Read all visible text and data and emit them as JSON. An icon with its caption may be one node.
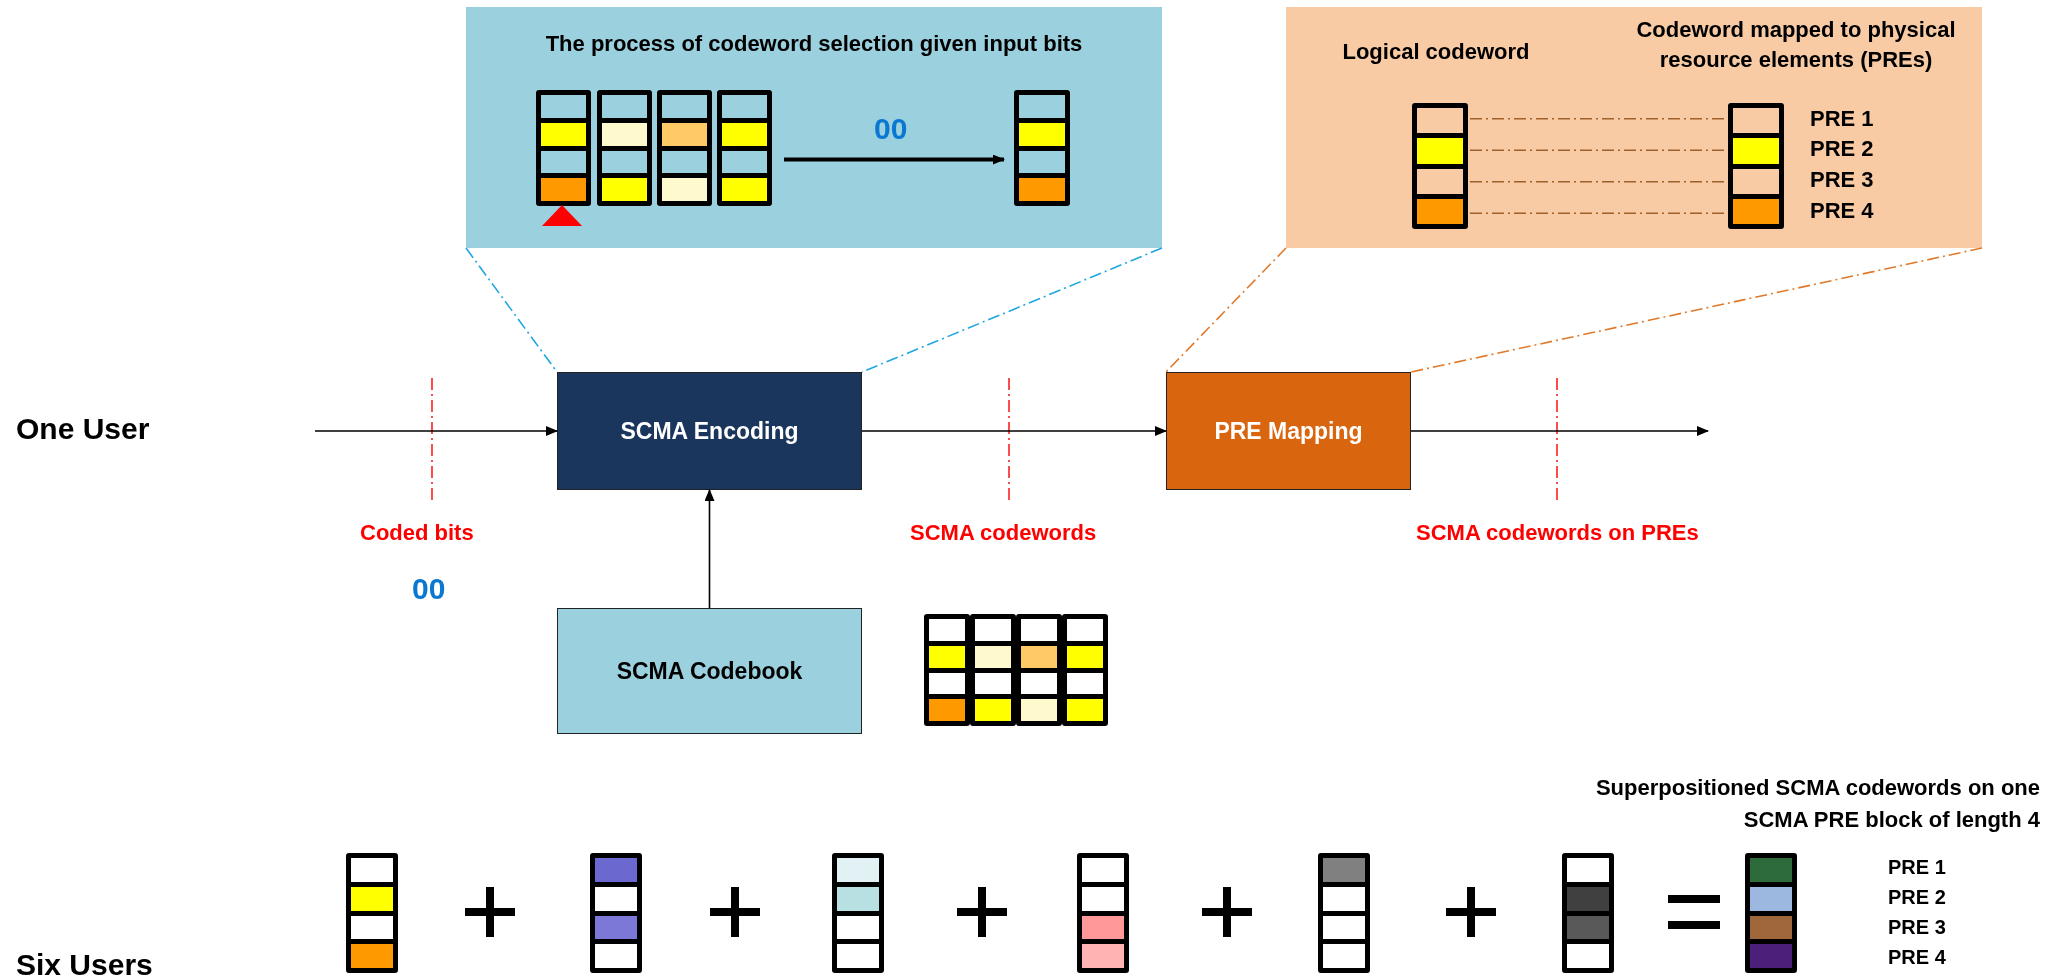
{
  "diagram": {
    "nodes": [
      {
        "text": [
          "The process of codeword selection given input bits"
        ]
      },
      {
        "text": [],
        "shape": "bar",
        "in": 0
      },
      {
        "text": [],
        "shape": "bar",
        "in": 0
      },
      {
        "text": [],
        "shape": "bar",
        "in": 0
      },
      {
        "text": [],
        "shape": "bar",
        "in": 0
      },
      {
        "text": [],
        "shape": "bar",
        "in": 0
      },
      {
        "text": [
          "Logical codeword",
          "Codeword mapped to physical resource elements (PREs)"
        ]
      },
      {
        "text": [],
        "shape": "bar",
        "in": 6
      },
      {
        "text": [],
        "shape": "bar",
        "in": 6
      },
      {
        "text": [
          "SCMA Encoding"
        ]
      },
      {
        "text": [
          "PRE Mapping"
        ]
      },
      {
        "text": [
          "SCMA Codebook"
        ]
      },
      {
        "text": [],
        "shape": "bar"
      },
      {
        "text": [],
        "shape": "bar"
      },
      {
        "text": [],
        "shape": "bar"
      },
      {
        "text": [],
        "shape": "bar"
      },
      {
        "text": [],
        "shape": "bar"
      },
      {
        "text": [],
        "shape": "bar"
      },
      {
        "text": [],
        "shape": "bar"
      },
      {
        "text": [],
        "shape": "bar"
      },
      {
        "text": [],
        "shape": "bar"
      },
      {
        "text": [],
        "shape": "bar"
      },
      {
        "text": [],
        "shape": "bar"
      }
    ],
    "edges": [
      {
        "from": 4,
        "to": 5,
        "arrow": "to",
        "label": "00"
      },
      {
        "from": 7,
        "to": 8,
        "arrow": "none",
        "style": "dashed",
        "color": "#a0602a"
      },
      {
        "from": 7,
        "to": 8,
        "arrow": "none",
        "style": "dashed",
        "color": "#a0602a"
      },
      {
        "from": 7,
        "to": 8,
        "arrow": "none",
        "style": "dashed",
        "color": "#a0602a"
      },
      {
        "from": 7,
        "to": 8,
        "arrow": "none",
        "style": "dashed",
        "color": "#a0602a"
      },
      {
        "from": 0,
        "to": 9,
        "arrow": "none",
        "style": "dashed",
        "color": "#1ea7e0"
      },
      {
        "from": 0,
        "to": 9,
        "arrow": "none",
        "style": "dashed",
        "color": "#1ea7e0"
      },
      {
        "from": 6,
        "to": 10,
        "arrow": "none",
        "style": "dashed",
        "color": "#e07a2a"
      },
      {
        "from": 6,
        "to": 10,
        "arrow": "none",
        "style": "dashed",
        "color": "#e07a2a"
      },
      {
        "from": null,
        "to": 9,
        "arrow": "to"
      },
      {
        "from": 9,
        "to": 10,
        "arrow": "to"
      },
      {
        "from": 10,
        "to": null,
        "arrow": "to"
      },
      {
        "from": 11,
        "to": 9,
        "arrow": "to"
      }
    ],
    "labels": [
      "PRE 1",
      "PRE 2",
      "PRE 3",
      "PRE 4",
      "One User",
      "Coded bits",
      "00",
      "SCMA codewords",
      "SCMA codewords on PREs",
      "Superpositioned SCMA codewords on one SCMA PRE block of length 4",
      "Six Users",
      "PRE 1",
      "PRE 2",
      "PRE 3",
      "PRE 4"
    ]
  }
}
